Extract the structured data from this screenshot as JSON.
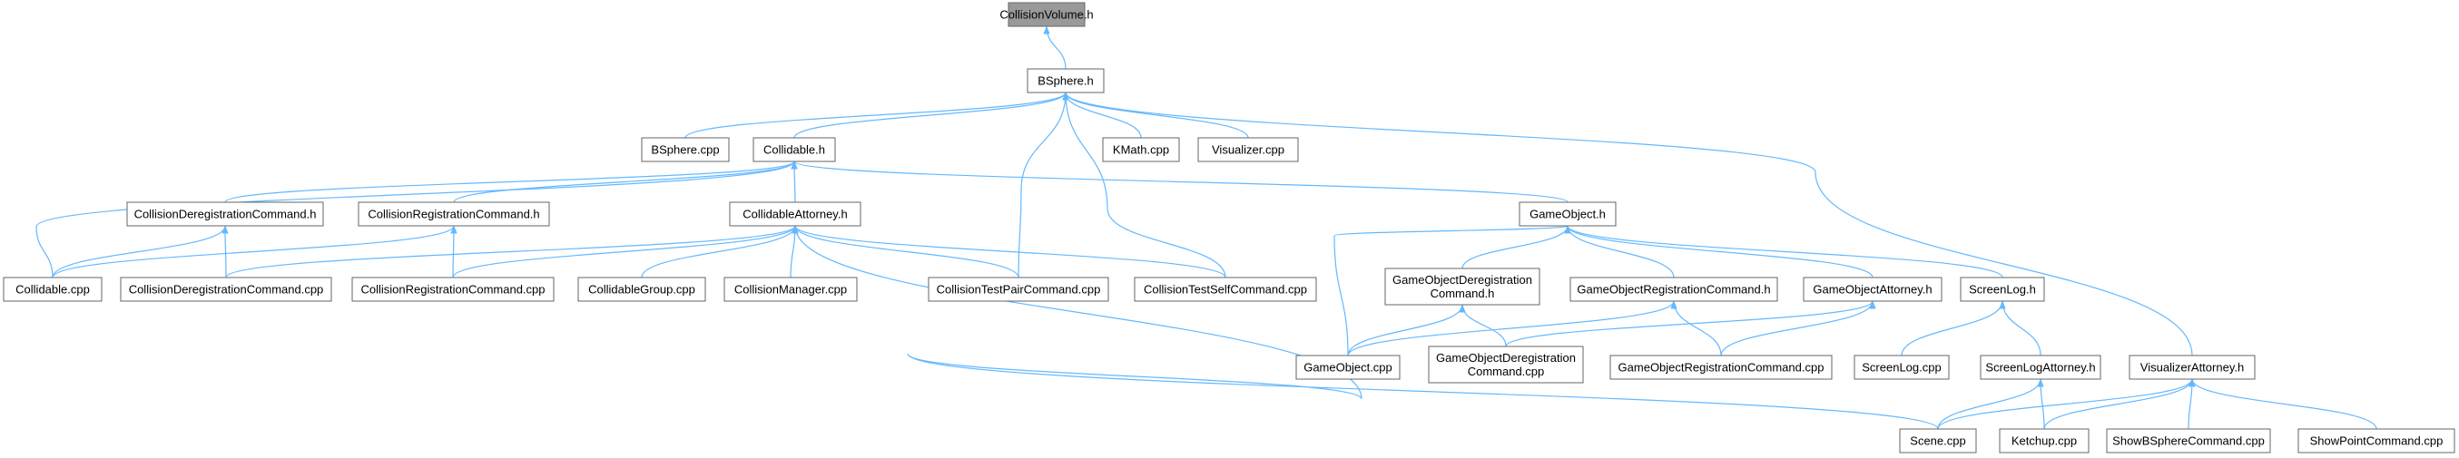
{
  "diagram": {
    "nodes": [
      {
        "id": "collisionvolume_h",
        "lines": [
          "CollisionVolume.h"
        ],
        "root": true
      },
      {
        "id": "bsphere_h",
        "lines": [
          "BSphere.h"
        ]
      },
      {
        "id": "bsphere_cpp",
        "lines": [
          "BSphere.cpp"
        ]
      },
      {
        "id": "collidable_h",
        "lines": [
          "Collidable.h"
        ]
      },
      {
        "id": "kmath_cpp",
        "lines": [
          "KMath.cpp"
        ]
      },
      {
        "id": "visualizer_cpp",
        "lines": [
          "Visualizer.cpp"
        ]
      },
      {
        "id": "collisionderegistrationcommand_h",
        "lines": [
          "CollisionDeregistrationCommand.h"
        ]
      },
      {
        "id": "collisionregistrationcommand_h",
        "lines": [
          "CollisionRegistrationCommand.h"
        ]
      },
      {
        "id": "collidableattorney_h",
        "lines": [
          "CollidableAttorney.h"
        ]
      },
      {
        "id": "gameobject_h",
        "lines": [
          "GameObject.h"
        ]
      },
      {
        "id": "collidable_cpp",
        "lines": [
          "Collidable.cpp"
        ]
      },
      {
        "id": "collisionderegistrationcommand_cpp",
        "lines": [
          "CollisionDeregistrationCommand.cpp"
        ]
      },
      {
        "id": "collisionregistrationcommand_cpp",
        "lines": [
          "CollisionRegistrationCommand.cpp"
        ]
      },
      {
        "id": "collidablegroup_cpp",
        "lines": [
          "CollidableGroup.cpp"
        ]
      },
      {
        "id": "collisionmanager_cpp",
        "lines": [
          "CollisionManager.cpp"
        ]
      },
      {
        "id": "collisiontestpaircommand_cpp",
        "lines": [
          "CollisionTestPairCommand.cpp"
        ]
      },
      {
        "id": "collisiontestselfcommand_cpp",
        "lines": [
          "CollisionTestSelfCommand.cpp"
        ]
      },
      {
        "id": "gameobjectderegistrationcommand_h",
        "lines": [
          "GameObjectDeregistration",
          "Command.h"
        ]
      },
      {
        "id": "gameobjectregistrationcommand_h",
        "lines": [
          "GameObjectRegistrationCommand.h"
        ]
      },
      {
        "id": "gameobjectattorney_h",
        "lines": [
          "GameObjectAttorney.h"
        ]
      },
      {
        "id": "screenlog_h",
        "lines": [
          "ScreenLog.h"
        ]
      },
      {
        "id": "gameobject_cpp",
        "lines": [
          "GameObject.cpp"
        ]
      },
      {
        "id": "gameobjectderegistrationcommand_cpp",
        "lines": [
          "GameObjectDeregistration",
          "Command.cpp"
        ]
      },
      {
        "id": "gameobjectregistrationcommand_cpp",
        "lines": [
          "GameObjectRegistrationCommand.cpp"
        ]
      },
      {
        "id": "screenlog_cpp",
        "lines": [
          "ScreenLog.cpp"
        ]
      },
      {
        "id": "screenlogattorney_h",
        "lines": [
          "ScreenLogAttorney.h"
        ]
      },
      {
        "id": "visualizerattorney_h",
        "lines": [
          "VisualizerAttorney.h"
        ]
      },
      {
        "id": "scene_cpp",
        "lines": [
          "Scene.cpp"
        ]
      },
      {
        "id": "ketchup_cpp",
        "lines": [
          "Ketchup.cpp"
        ]
      },
      {
        "id": "showbspherecommand_cpp",
        "lines": [
          "ShowBSphereCommand.cpp"
        ]
      },
      {
        "id": "showpointcommand_cpp",
        "lines": [
          "ShowPointCommand.cpp"
        ]
      }
    ],
    "edges": [
      [
        "bsphere_h",
        "collisionvolume_h"
      ],
      [
        "bsphere_cpp",
        "bsphere_h"
      ],
      [
        "collidable_h",
        "bsphere_h"
      ],
      [
        "kmath_cpp",
        "bsphere_h"
      ],
      [
        "visualizer_cpp",
        "bsphere_h"
      ],
      [
        "collisiontestpaircommand_cpp",
        "bsphere_h"
      ],
      [
        "collisiontestselfcommand_cpp",
        "bsphere_h"
      ],
      [
        "visualizerattorney_h",
        "bsphere_h"
      ],
      [
        "collidable_cpp",
        "collidable_h"
      ],
      [
        "collisionderegistrationcommand_h",
        "collidable_h"
      ],
      [
        "collisionregistrationcommand_h",
        "collidable_h"
      ],
      [
        "collidableattorney_h",
        "collidable_h"
      ],
      [
        "gameobject_h",
        "collidable_h"
      ],
      [
        "collidable_cpp",
        "collisionderegistrationcommand_h"
      ],
      [
        "collisionderegistrationcommand_cpp",
        "collisionderegistrationcommand_h"
      ],
      [
        "collidable_cpp",
        "collisionregistrationcommand_h"
      ],
      [
        "collisionregistrationcommand_cpp",
        "collisionregistrationcommand_h"
      ],
      [
        "collisionderegistrationcommand_cpp",
        "collidableattorney_h"
      ],
      [
        "collisionregistrationcommand_cpp",
        "collidableattorney_h"
      ],
      [
        "collidablegroup_cpp",
        "collidableattorney_h"
      ],
      [
        "collisionmanager_cpp",
        "collidableattorney_h"
      ],
      [
        "collisiontestpaircommand_cpp",
        "collidableattorney_h"
      ],
      [
        "collisiontestselfcommand_cpp",
        "collidableattorney_h"
      ],
      [
        "scene_cpp",
        "collidableattorney_h"
      ],
      [
        "gameobject_cpp",
        "gameobject_h"
      ],
      [
        "gameobjectderegistrationcommand_h",
        "gameobject_h"
      ],
      [
        "gameobjectregistrationcommand_h",
        "gameobject_h"
      ],
      [
        "gameobjectattorney_h",
        "gameobject_h"
      ],
      [
        "screenlog_h",
        "gameobject_h"
      ],
      [
        "gameobject_cpp",
        "gameobjectderegistrationcommand_h"
      ],
      [
        "gameobjectderegistrationcommand_cpp",
        "gameobjectderegistrationcommand_h"
      ],
      [
        "gameobject_cpp",
        "gameobjectregistrationcommand_h"
      ],
      [
        "gameobjectregistrationcommand_cpp",
        "gameobjectregistrationcommand_h"
      ],
      [
        "gameobjectderegistrationcommand_cpp",
        "gameobjectattorney_h"
      ],
      [
        "gameobjectregistrationcommand_cpp",
        "gameobjectattorney_h"
      ],
      [
        "screenlog_cpp",
        "screenlog_h"
      ],
      [
        "screenlogattorney_h",
        "screenlog_h"
      ],
      [
        "scene_cpp",
        "screenlogattorney_h"
      ],
      [
        "ketchup_cpp",
        "screenlogattorney_h"
      ],
      [
        "scene_cpp",
        "visualizerattorney_h"
      ],
      [
        "ketchup_cpp",
        "visualizerattorney_h"
      ],
      [
        "showbspherecommand_cpp",
        "visualizerattorney_h"
      ],
      [
        "showpointcommand_cpp",
        "visualizerattorney_h"
      ]
    ],
    "colors": {
      "edge": "#63b8ff",
      "node_border": "#666666",
      "node_fill": "#ffffff",
      "root_fill": "#999999"
    }
  }
}
